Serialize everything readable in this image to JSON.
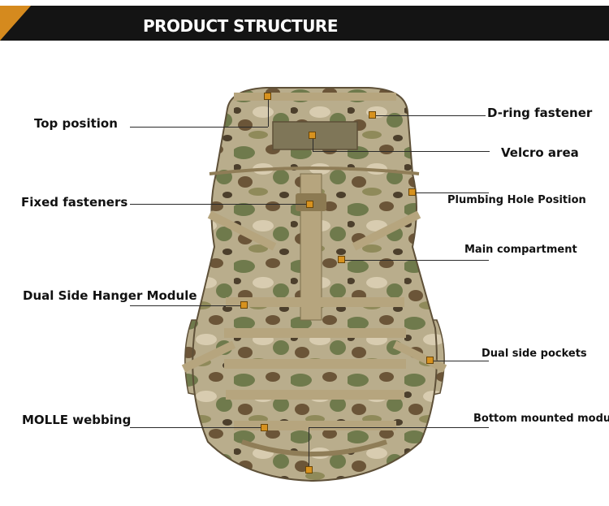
{
  "header": {
    "title": "PRODUCT STRUCTURE",
    "accent_color": "#d58a1e",
    "bar_color": "#141414"
  },
  "product_image": {
    "subject": "backpack-camouflage"
  },
  "callouts": [
    {
      "label": "Top position"
    },
    {
      "label": "D-ring fastener"
    },
    {
      "label": "Velcro area"
    },
    {
      "label": "Fixed fasteners"
    },
    {
      "label": "Plumbing Hole Position"
    },
    {
      "label": "Main compartment"
    },
    {
      "label": "Dual Side Hanger Module"
    },
    {
      "label": "Dual side pockets"
    },
    {
      "label": "MOLLE webbing"
    },
    {
      "label": "Bottom mounted modu"
    }
  ],
  "colors": {
    "marker": "#d7921f",
    "camo_base": "#b9ad8c",
    "camo_green": "#6f7a4c",
    "camo_brown": "#6b5538",
    "webbing": "#b6a57e"
  }
}
